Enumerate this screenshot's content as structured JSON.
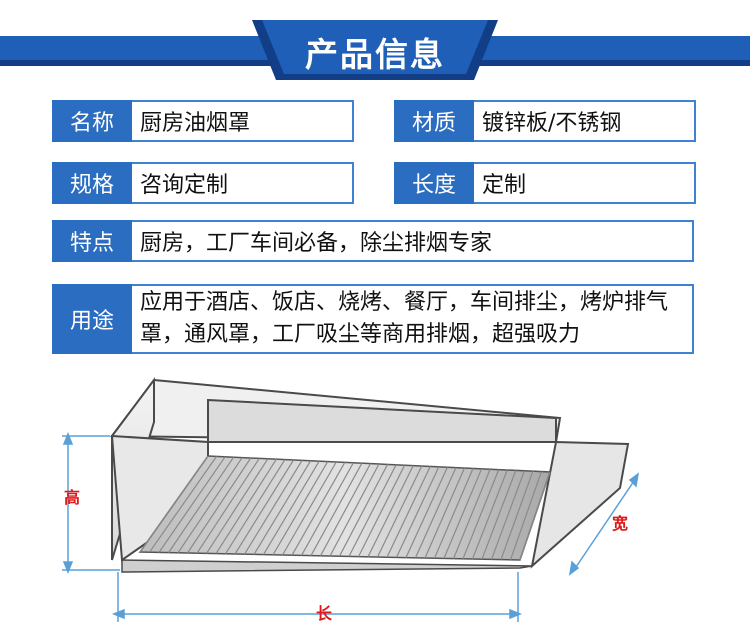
{
  "header": {
    "title": "产品信息"
  },
  "info": {
    "name_label": "名称",
    "name_value": "厨房油烟罩",
    "material_label": "材质",
    "material_value": "镀锌板/不锈钢",
    "spec_label": "规格",
    "spec_value": "咨询定制",
    "length_label": "长度",
    "length_value": "定制",
    "feature_label": "特点",
    "feature_value": "厨房，工厂车间必备，除尘排烟专家",
    "usage_label": "用途",
    "usage_value": "应用于酒店、饭店、烧烤、餐厅，车间排尘，烤炉排气罩，通风罩，工厂吸尘等商用排烟，超强吸力"
  },
  "drawing": {
    "height_label": "高",
    "width_label": "宽",
    "length_label": "长"
  },
  "colors": {
    "brand_blue": "#2b6dc1",
    "dark_blue": "#123e87",
    "dimension_red": "#e01818"
  }
}
